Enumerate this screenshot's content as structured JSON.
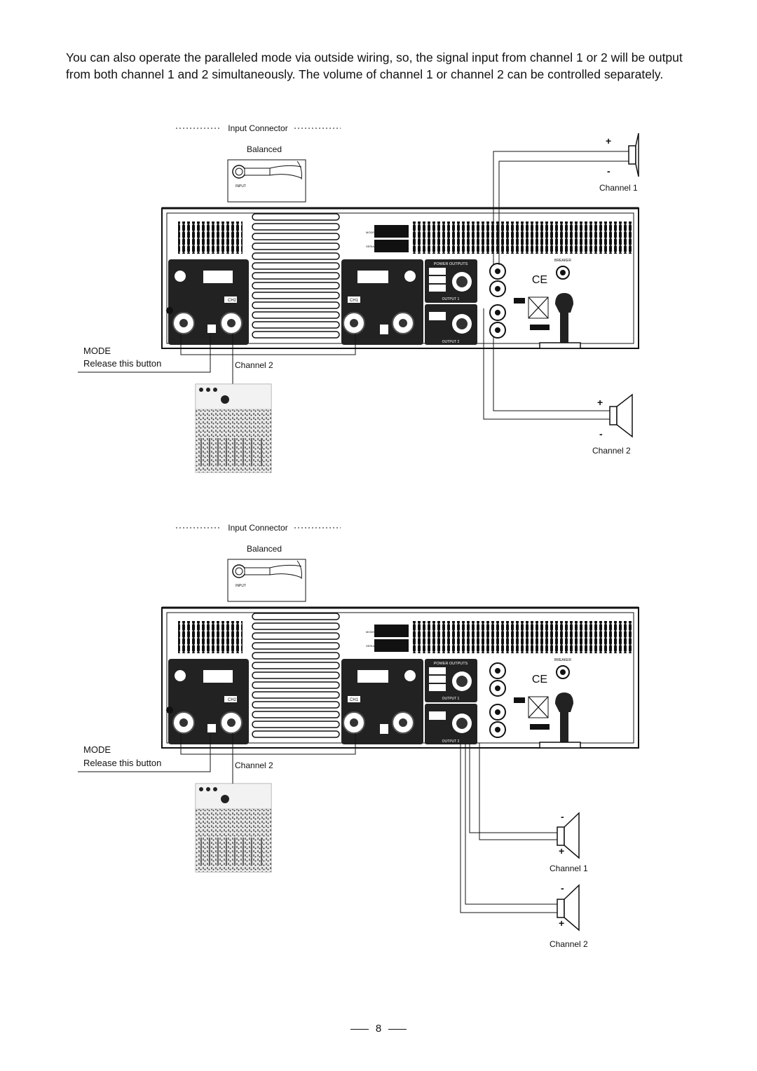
{
  "intro_text": "You can also operate the paralleled mode via outside wiring, so, the signal input from channel 1 or 2 will be output from both channel 1 and 2 simultaneously. The volume of channel 1 or channel 2 can be controlled separately.",
  "diagram_top": {
    "connector_title": "Input Connector",
    "connector_type": "Balanced",
    "connector_port": "INPUT",
    "mode_label": "MODE",
    "release_label": "Release this button",
    "channel_wire_label": "Channel 2",
    "speaker_a_label": "Channel 1",
    "speaker_b_label": "Channel 2",
    "plus": "+",
    "minus": "-"
  },
  "diagram_bottom": {
    "connector_title": "Input Connector",
    "connector_type": "Balanced",
    "connector_port": "INPUT",
    "mode_label": "MODE",
    "release_label": "Release this button",
    "channel_wire_label": "Channel 2",
    "speaker_a_label": "Channel 1",
    "speaker_b_label": "Channel 2",
    "plus": "+",
    "minus": "-"
  },
  "panel": {
    "ch1": "CH1",
    "ch2": "CH2",
    "power_outputs": "POWER OUTPUTS",
    "output1": "OUTPUT 1",
    "output2": "OUTPUT 2",
    "breaker": "BREAKER",
    "model": "MODEL",
    "serial": "SERIAL",
    "ce": "CE"
  },
  "page_number": "8"
}
